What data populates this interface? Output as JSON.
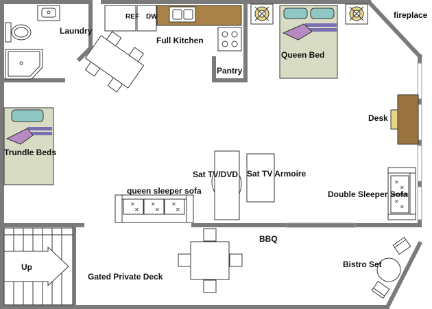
{
  "plan": {
    "room_labels": {
      "laundry": "Laundry",
      "full_kitchen": "Full Kitchen",
      "refrigerator": "REF",
      "dishwasher": "DW",
      "pantry": "Pantry",
      "queen_bed": "Queen Bed",
      "fireplace": "fireplace",
      "desk": "Desk",
      "trundle_beds": "Trundle Beds",
      "sat_tv_dvd": "Sat TV/DVD",
      "sat_tv_armoire": "Sat TV Armoire",
      "queen_sleeper_sofa": "queen sleeper sofa",
      "double_sleeper_sofa": "Double Sleeper Sofa",
      "bbq": "BBQ",
      "up": "Up",
      "bistro_set": "Bistro Set",
      "gated_private_deck": "Gated Private Deck"
    },
    "colors": {
      "wall": "#7a7a7a",
      "furniture_stroke": "#333333",
      "bed_fill": "#d9dcc4",
      "pillow_fill": "#8fc7c5",
      "blanket_fill": "#b58bc2",
      "blanket_stripe": "#7a6fb0",
      "kitchen_counter": "#a88247",
      "desk_fill": "#9a7440",
      "lamp_fill": "#e7d487"
    }
  }
}
